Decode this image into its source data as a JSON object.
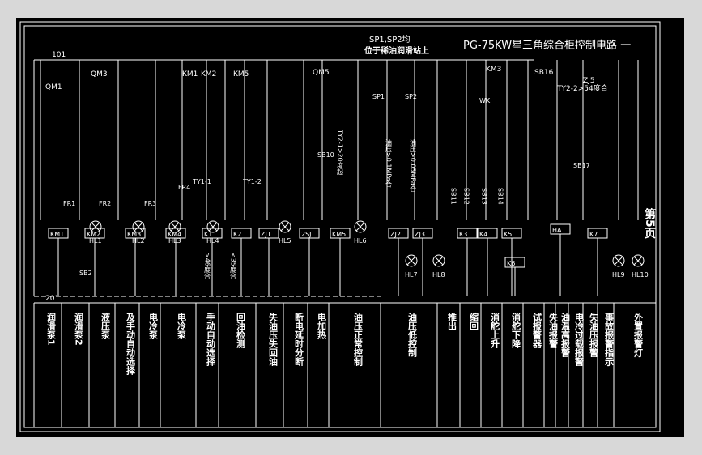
{
  "title": "PG-75KW星三角综合柜控制电路 一",
  "note": "SP1,SP2均\n位于稀油润滑站上",
  "page": "第5页",
  "wire_top": "101",
  "wire_bottom": "201",
  "top_labels": [
    "QM1",
    "QM3",
    "KM1",
    "KM2",
    "KM5",
    "QM5",
    "KM3",
    "SB16",
    "ZJ5",
    "TY2-2>54度合"
  ],
  "coils": [
    "KM1",
    "KM2",
    "KM3",
    "KM4",
    "K1",
    "K2",
    "ZJ1",
    "2SJ",
    "KM5",
    "ZJ2",
    "ZJ3",
    "K3",
    "K4",
    "K5",
    "K6",
    "HA",
    "K7"
  ],
  "lamps": [
    "HL1",
    "HL2",
    "HL3",
    "HL4",
    "HL5",
    "HL6",
    "HL7",
    "HL8",
    "HL9",
    "HL10"
  ],
  "misc_labels": [
    ">46度合",
    "<35度合",
    "SB2",
    "TY1-1",
    "TY1-2",
    "TY2-1>20度起",
    "SP1",
    "SP2",
    "油压>0.1MPa合",
    "油压>0.05MPa合",
    "WK",
    "SB10",
    "SB11",
    "SB12",
    "SB13",
    "SB14",
    "SB17",
    "FR1",
    "FR2",
    "FR3",
    "FR4"
  ],
  "functions": [
    {
      "label": "润滑泵1"
    },
    {
      "label": "润滑泵2"
    },
    {
      "label": "液压泵"
    },
    {
      "label": "及手动自动选择"
    },
    {
      "label": "电冷泵"
    },
    {
      "label": "电冷泵"
    },
    {
      "label": "手动自动选择"
    },
    {
      "label": "回油检测"
    },
    {
      "label": "失油压失回油"
    },
    {
      "label": "断电延时分断"
    },
    {
      "label": "电加热"
    },
    {
      "label": "油压正常控制"
    },
    {
      "label": "油压低控制"
    },
    {
      "label": "推出"
    },
    {
      "label": "缩回"
    },
    {
      "label": "消舵上升"
    },
    {
      "label": "消舵下降"
    },
    {
      "label": "试报警器"
    },
    {
      "label": "失油报警"
    },
    {
      "label": "油温高报警"
    },
    {
      "label": "电冷过载报警"
    },
    {
      "label": "失油压报警"
    },
    {
      "label": "事故报警指示"
    },
    {
      "label": "外置报警灯"
    }
  ]
}
